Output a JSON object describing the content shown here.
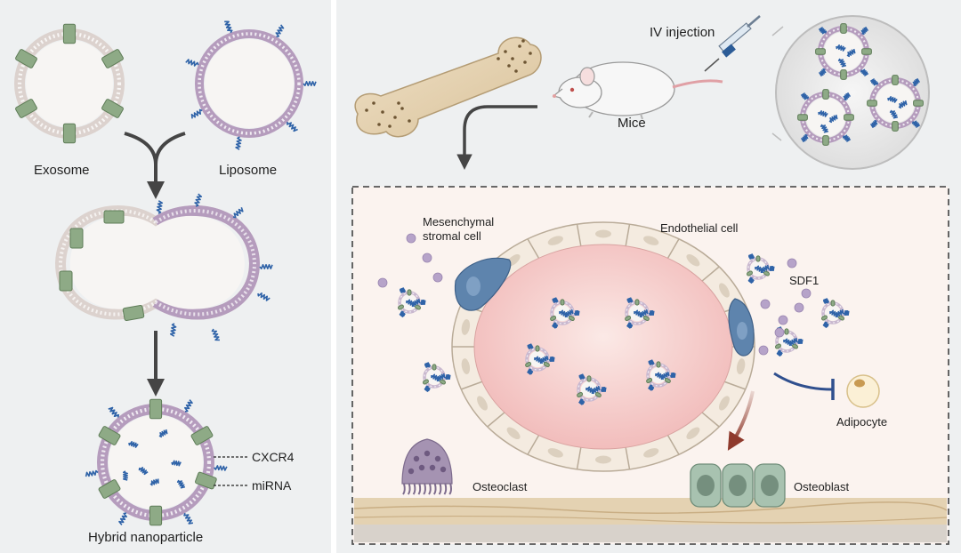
{
  "colors": {
    "left_panel_bg": "#eef0f1",
    "right_panel_bg": "#eef0f1",
    "inset_bg": "#fbf3ef",
    "lumen": "#f3c4c2",
    "endothelium": "#f4ebe0",
    "bone_floor": "#e4d2b2",
    "exosome_membrane": "#dcd2ce",
    "liposome_membrane": "#b59cbd",
    "cxcr4_protein": "#8eaa86",
    "mirna": "#2f63a8",
    "sdf1_dot": "#b6a3c9",
    "msc_cell": "#5e84ad",
    "osteoblast": "#a8c2b0",
    "osteoclast": "#a593b2",
    "inhibition_arrow": "#2f4f8e",
    "differentiation_arrow": "#8f3a2d",
    "arrow_grey": "#454545"
  },
  "left_panel": {
    "exosome_label": "Exosome",
    "liposome_label": "Liposome",
    "hybrid_label": "Hybrid nanoparticle",
    "cxcr4_label": "CXCR4",
    "mirna_label": "miRNA"
  },
  "right_panel": {
    "injection_label": "IV injection",
    "mice_label": "Mice",
    "bone_icon": "femur-bone-icon",
    "mouse_icon": "mouse-icon",
    "syringe_icon": "syringe-icon",
    "magnifier_icon": "zoom-circle-icon"
  },
  "inset": {
    "msc_label_line1": "Mesenchymal",
    "msc_label_line2": "stromal cell",
    "endothelial_label": "Endothelial cell",
    "sdf1_label": "SDF1",
    "adipocyte_label": "Adipocyte",
    "osteoclast_label": "Osteoclast",
    "osteoblast_label": "Osteoblast"
  }
}
